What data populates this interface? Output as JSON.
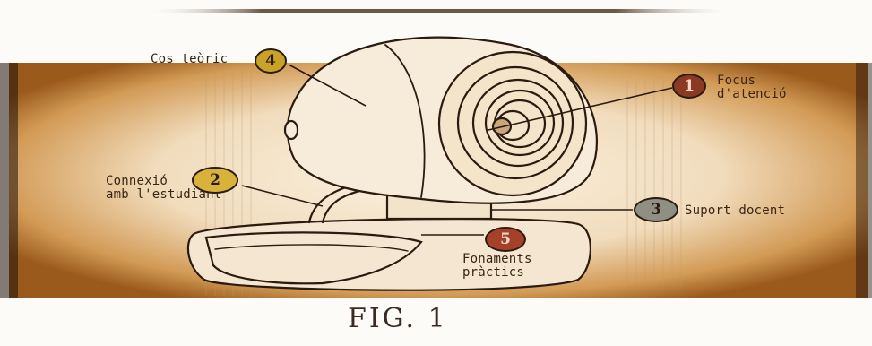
{
  "figure": {
    "caption": "FIG. 1",
    "callouts": [
      {
        "number": "1",
        "text_lines": [
          "Focus",
          "d'atenció"
        ],
        "color": "#8a3a22"
      },
      {
        "number": "2",
        "text_lines": [
          "Connexió",
          "amb l'estudiant"
        ],
        "color": "#c9a227"
      },
      {
        "number": "3",
        "text_lines": [
          "Suport docent"
        ],
        "color": "#8f8f82"
      },
      {
        "number": "4",
        "text_lines": [
          "Cos teòric"
        ],
        "color": "#b08a1e"
      },
      {
        "number": "5",
        "text_lines": [
          "Fonaments",
          "pràctics"
        ],
        "color": "#a5412a"
      }
    ]
  },
  "colors": {
    "sepia_glow": "#c7822c",
    "ink": "#2a1a10",
    "paper": "#f6ead6"
  },
  "icons": {
    "subject": "webcam-illustration"
  }
}
